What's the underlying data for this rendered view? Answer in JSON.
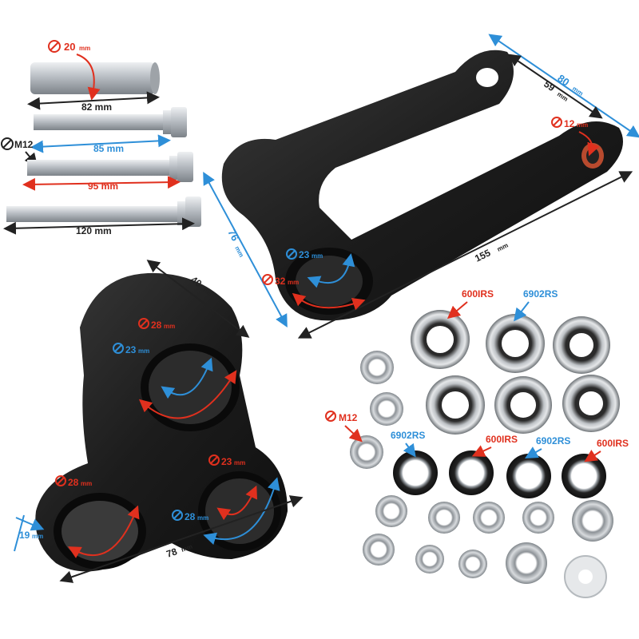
{
  "colors": {
    "blue": "#2e8fd8",
    "red": "#e0301e",
    "black": "#222222",
    "metal": "#c8ccd0",
    "part": "#1e1e1e"
  },
  "bolts": {
    "spacer_diameter": "20",
    "spacer_diameter_unit": "mm",
    "spacer_length": "82 mm",
    "bolt_85": "85 mm",
    "bolt_95": "95 mm",
    "bolt_120": "120 mm",
    "thread": "M12"
  },
  "dogbone": {
    "length_80": "80",
    "length_59": "59",
    "length_155": "155",
    "height_76": "76",
    "hole_12": "12",
    "hole_23": "23",
    "hole_32": "32",
    "unit": "mm"
  },
  "rocker": {
    "width_40": "40",
    "bore_28_top": "28",
    "bore_23_top": "23",
    "bore_23_right": "23",
    "bore_28_right": "28",
    "bore_28_left": "28",
    "offset_19": "19",
    "base_78": "78",
    "unit": "mm"
  },
  "bearings": {
    "label_600irs_top": "600IRS",
    "label_6902rs_top": "6902RS",
    "label_6902rs_mid": "6902RS",
    "label_600irs_mid": "600IRS",
    "label_6902rs_mid2": "6902RS",
    "label_600irs_right": "600IRS",
    "nut_thread": "M12"
  }
}
